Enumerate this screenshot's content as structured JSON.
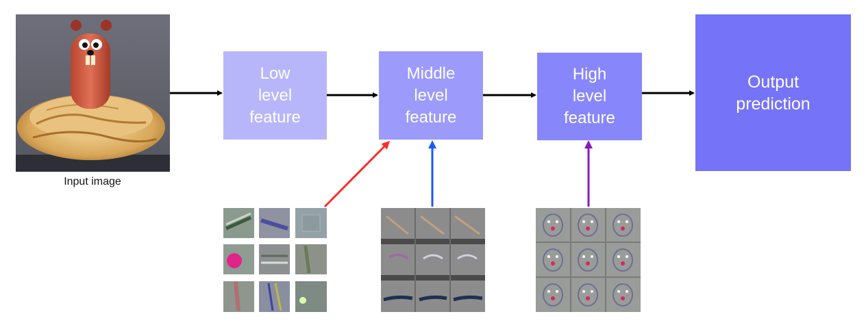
{
  "diagram": {
    "input_caption": "Input image",
    "boxes": {
      "low": "Low\nlevel\nfeature",
      "middle": "Middle\nlevel\nfeature",
      "high": "High\nlevel\nfeature",
      "output": "Output\nprediction"
    },
    "colors": {
      "low_box": "#b7b6fb",
      "middle_box": "#9c9afb",
      "high_box": "#8886fb",
      "output_box": "#7573f8",
      "red_arrow": "#ff2a2a",
      "blue_arrow": "#1858ff",
      "purple_arrow": "#8a18c0",
      "flow_arrow": "#000000"
    },
    "icons": {
      "input": "hotdog-groundhog-photo",
      "low_panel": "low-level-filter-grid",
      "middle_panel": "middle-level-filter-grid",
      "high_panel": "high-level-face-filter-grid"
    }
  }
}
